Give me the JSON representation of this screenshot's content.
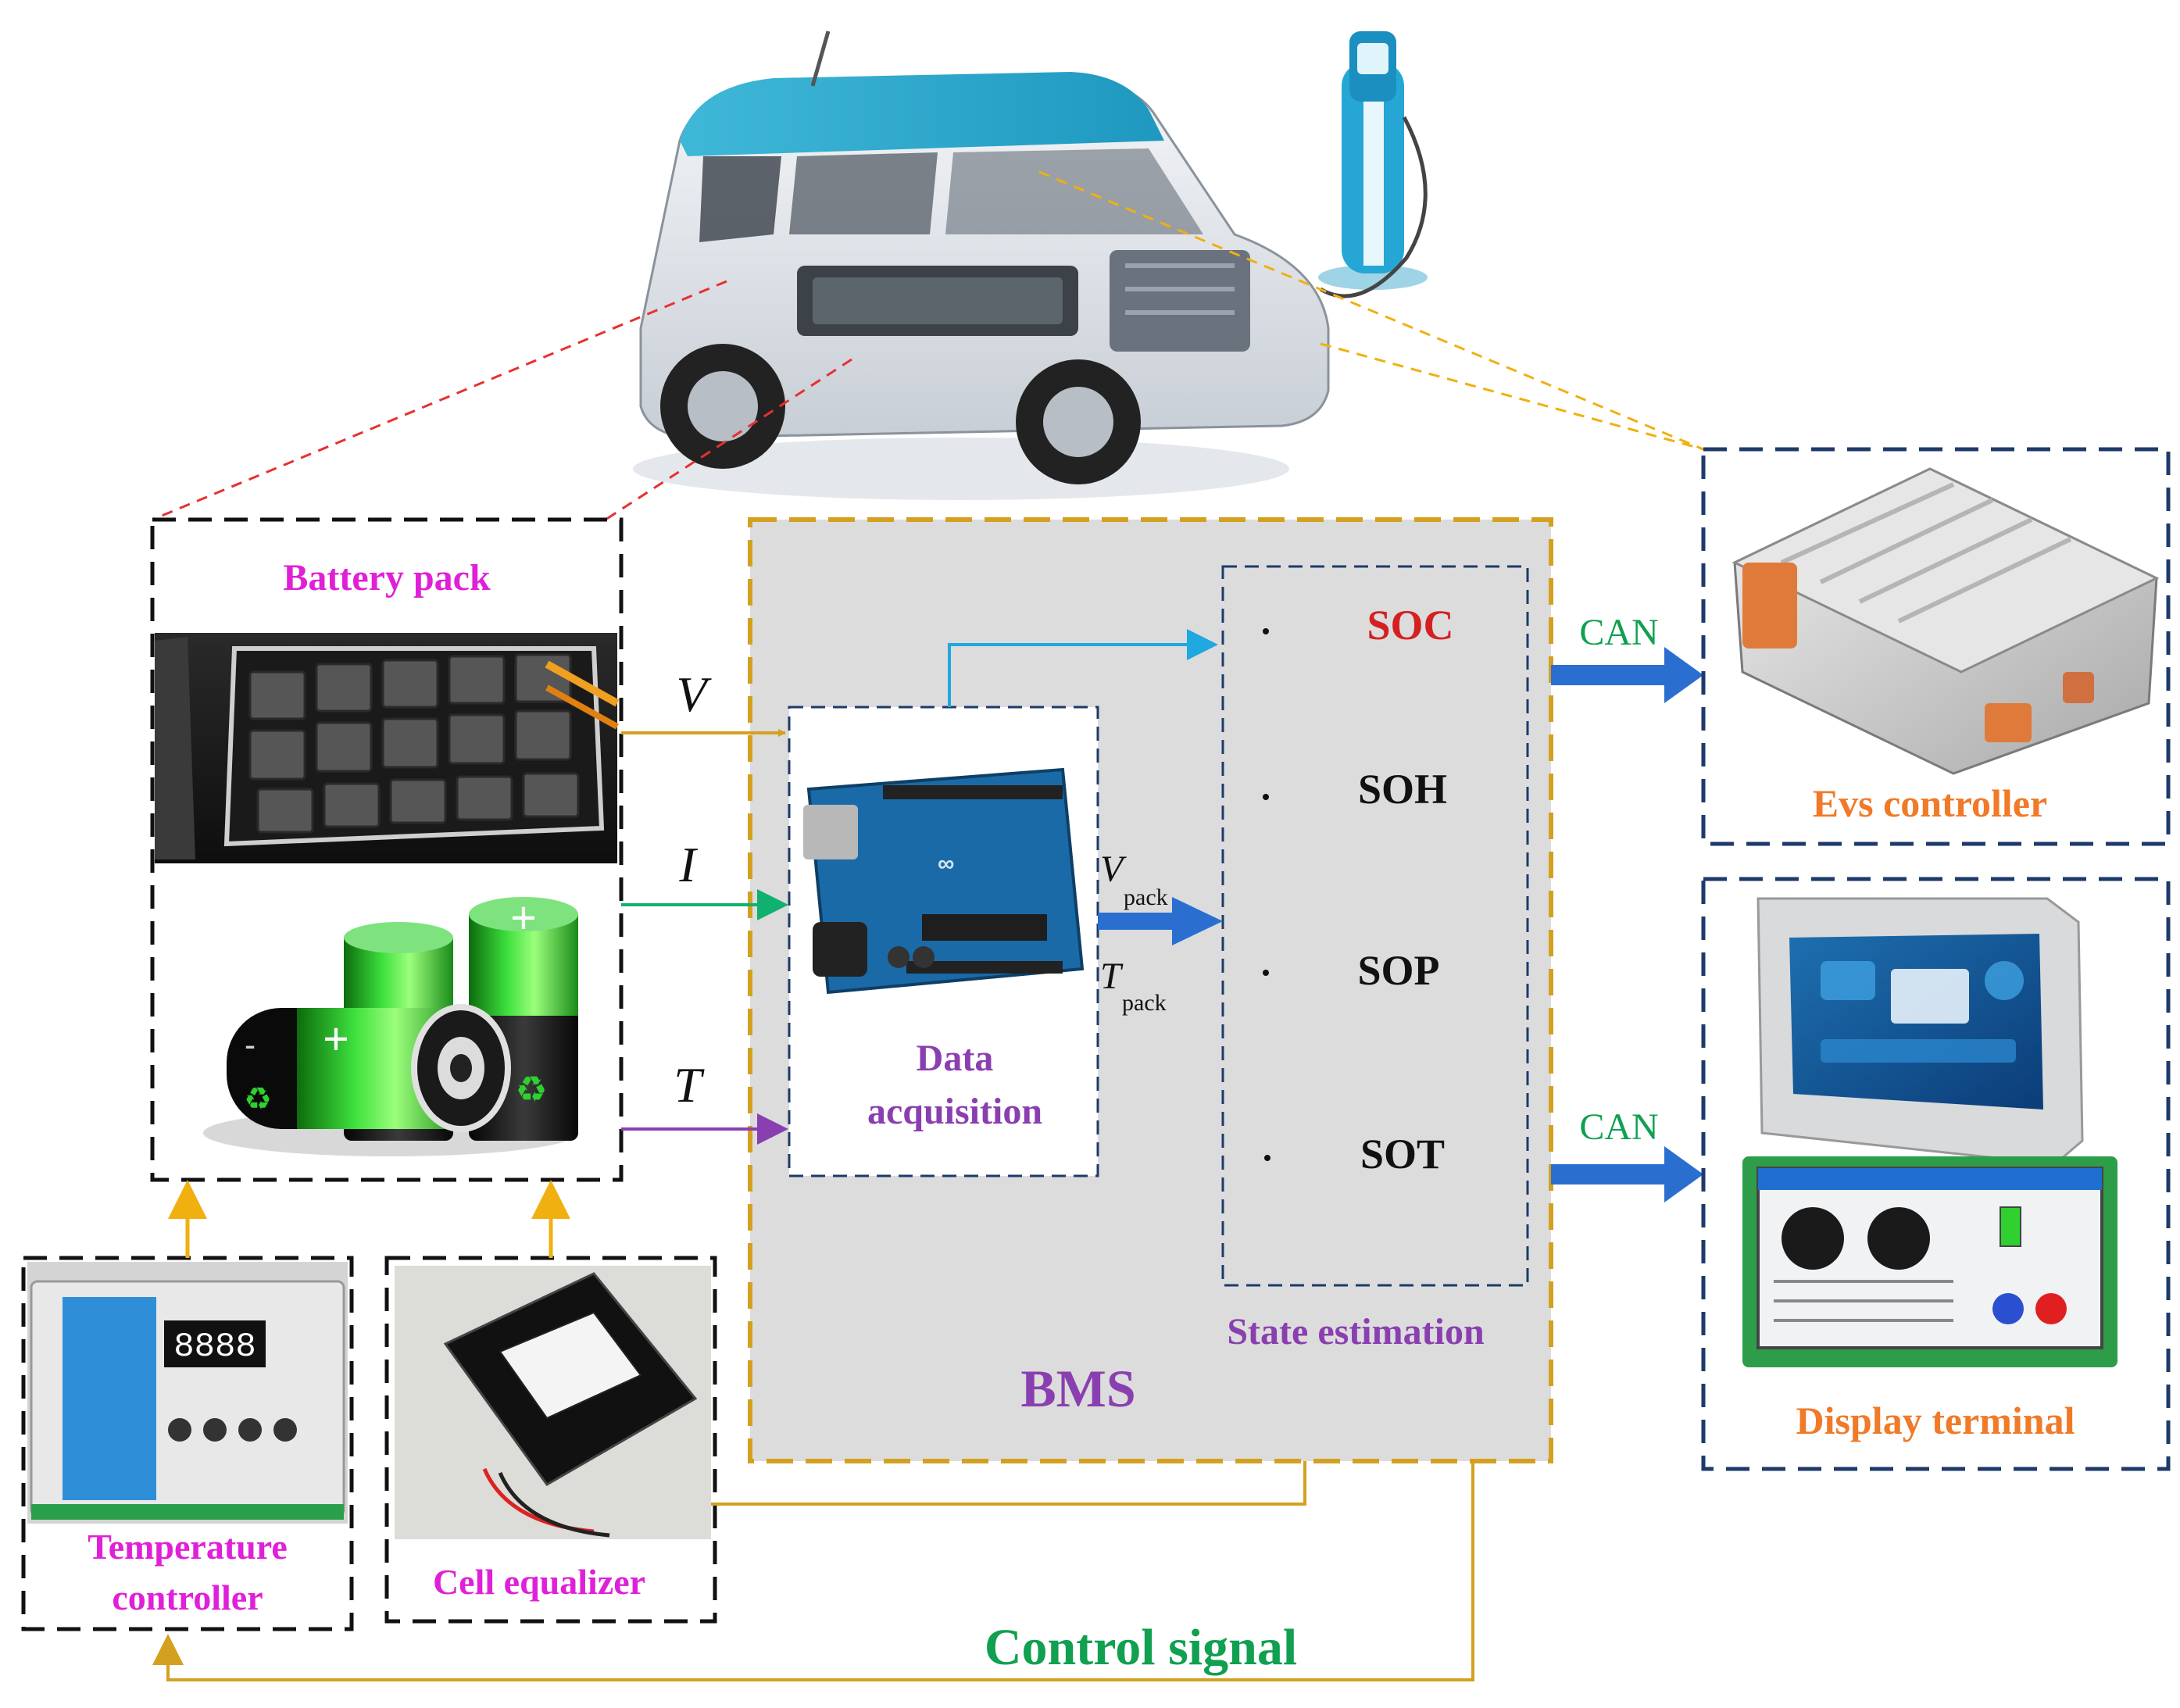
{
  "labels": {
    "battery_pack": "Battery pack",
    "data_acquisition_line1": "Data",
    "data_acquisition_line2": "acquisition",
    "state_estimation": "State estimation",
    "bms": "BMS",
    "evs_controller": "Evs controller",
    "display_terminal": "Display terminal",
    "temperature_controller_line1": "Temperature",
    "temperature_controller_line2": "controller",
    "cell_equalizer": "Cell equalizer",
    "control_signal": "Control signal",
    "can_top": "CAN",
    "can_bottom": "CAN"
  },
  "signals": {
    "v": "V",
    "i": "I",
    "t": "T",
    "v_pack_main": "V",
    "v_pack_sub": "pack",
    "t_pack_main": "T",
    "t_pack_sub": "pack"
  },
  "states": [
    "SOC",
    "SOH",
    "SOP",
    "SOT"
  ],
  "colors": {
    "magenta": "#e020d8",
    "purple": "#8a3fb0",
    "orange": "#f07a28",
    "green": "#10a050",
    "gold": "#d4a020",
    "blue_arrow": "#2a6fd0",
    "navy_dash": "#1d3a6a",
    "soc_red": "#d42020",
    "red_dash": "#e83030",
    "bms_fill": "#dcdcdc"
  }
}
